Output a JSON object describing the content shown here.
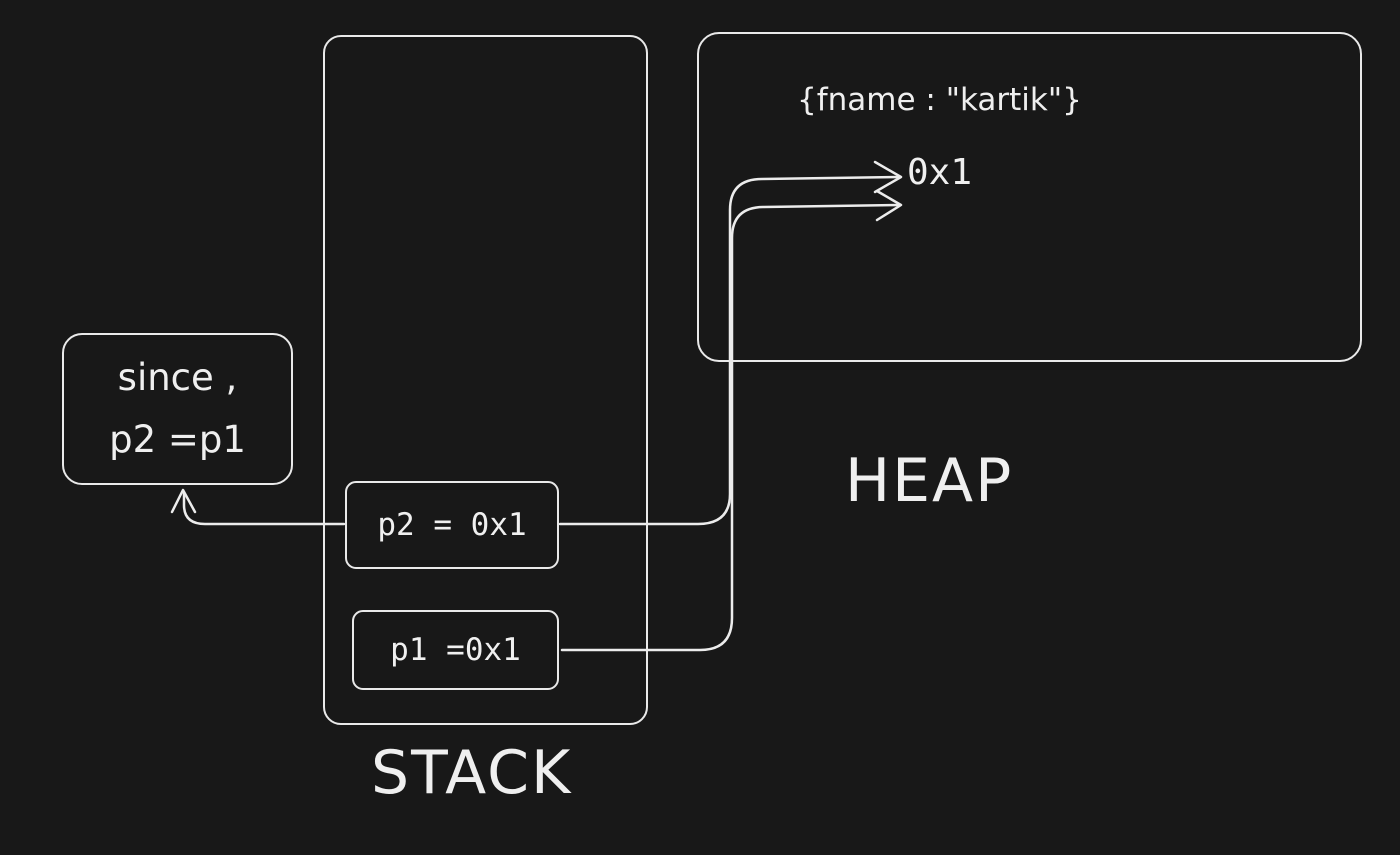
{
  "stack": {
    "label": "STACK",
    "vars": [
      {
        "text": "p2 = 0x1"
      },
      {
        "text": "p1 =0x1"
      }
    ]
  },
  "heap": {
    "label": "HEAP",
    "object_text": "{fname : \"kartik\"}",
    "address_text": "0x1"
  },
  "note": {
    "line1": "since ,",
    "line2": "p2 =p1"
  }
}
